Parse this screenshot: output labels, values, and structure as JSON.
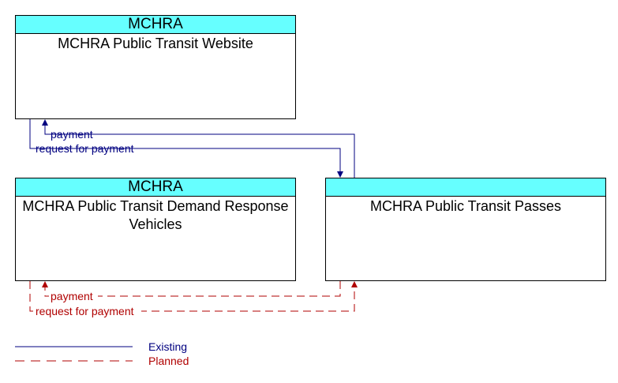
{
  "colors": {
    "header_fill": "#66ffff",
    "existing": "#000080",
    "planned": "#b00000"
  },
  "nodes": {
    "website": {
      "owner": "MCHRA",
      "name": "MCHRA Public Transit Website"
    },
    "vehicles": {
      "owner": "MCHRA",
      "name": "MCHRA Public Transit Demand Response Vehicles"
    },
    "passes": {
      "owner": "",
      "name": "MCHRA Public Transit Passes"
    }
  },
  "flows": {
    "existing_payment": "payment",
    "existing_request": "request for payment",
    "planned_payment": "payment",
    "planned_request": "request for payment"
  },
  "legend": {
    "existing": "Existing",
    "planned": "Planned"
  }
}
